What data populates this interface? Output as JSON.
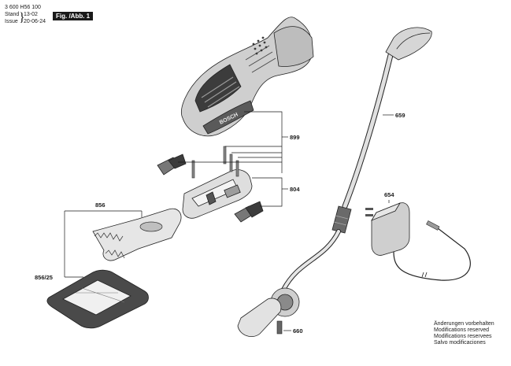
{
  "header": {
    "part_number": "3 600 H56 100",
    "stand_label": "Stand",
    "issue_label": "Issue",
    "stand_value": "13-02",
    "issue_value": "20-06-24",
    "figure_label": "Fig. /Abb. 1"
  },
  "callouts": {
    "p899": "899",
    "p804": "804",
    "p856": "856",
    "p856_25": "856/25",
    "p659": "659",
    "p654": "654",
    "p660": "660"
  },
  "brand": "BOSCH",
  "notes": [
    "Änderungen vorbehalten",
    "Modifications reserved",
    "Modifications reservees",
    "Salvo modificaciones"
  ]
}
